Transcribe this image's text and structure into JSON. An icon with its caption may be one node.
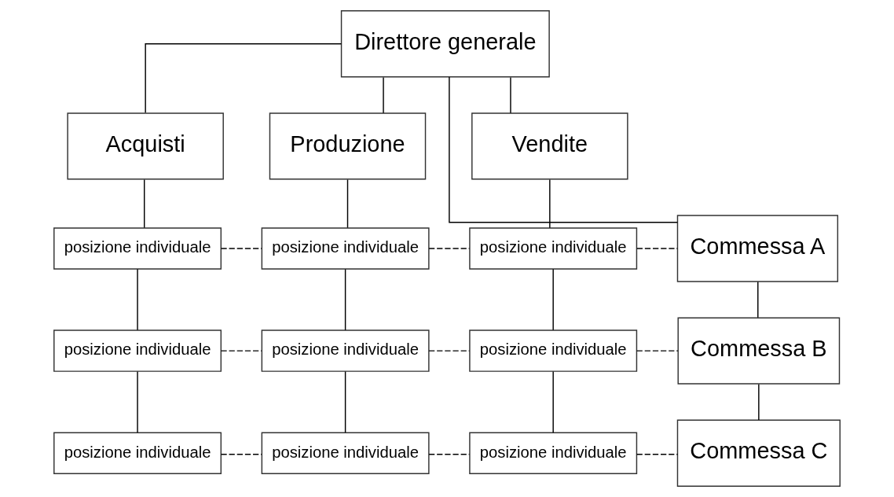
{
  "diagram": {
    "nodes": [
      {
        "text": [
          "Direttore generale"
        ]
      },
      {
        "text": [
          "Acquisti"
        ]
      },
      {
        "text": [
          "Produzione"
        ]
      },
      {
        "text": [
          "Vendite"
        ]
      },
      {
        "text": [
          "posizione individuale"
        ]
      },
      {
        "text": [
          "posizione individuale"
        ]
      },
      {
        "text": [
          "posizione individuale"
        ]
      },
      {
        "text": [
          "Commessa A"
        ]
      },
      {
        "text": [
          "posizione individuale"
        ]
      },
      {
        "text": [
          "posizione individuale"
        ]
      },
      {
        "text": [
          "posizione individuale"
        ]
      },
      {
        "text": [
          "Commessa B"
        ]
      },
      {
        "text": [
          "posizione individuale"
        ]
      },
      {
        "text": [
          "posizione individuale"
        ]
      },
      {
        "text": [
          "posizione individuale"
        ]
      },
      {
        "text": [
          "Commessa C"
        ]
      }
    ],
    "edges": [
      {
        "from": 0,
        "to": 1,
        "arrow": "none"
      },
      {
        "from": 0,
        "to": 2,
        "arrow": "none"
      },
      {
        "from": 0,
        "to": 3,
        "arrow": "none"
      },
      {
        "from": 0,
        "to": 7,
        "arrow": "none"
      },
      {
        "from": 1,
        "to": 4,
        "arrow": "none"
      },
      {
        "from": 2,
        "to": 5,
        "arrow": "none"
      },
      {
        "from": 3,
        "to": 6,
        "arrow": "none"
      },
      {
        "from": 4,
        "to": 8,
        "arrow": "none"
      },
      {
        "from": 5,
        "to": 9,
        "arrow": "none"
      },
      {
        "from": 6,
        "to": 10,
        "arrow": "none"
      },
      {
        "from": 7,
        "to": 11,
        "arrow": "none"
      },
      {
        "from": 8,
        "to": 12,
        "arrow": "none"
      },
      {
        "from": 9,
        "to": 13,
        "arrow": "none"
      },
      {
        "from": 10,
        "to": 14,
        "arrow": "none"
      },
      {
        "from": 11,
        "to": 15,
        "arrow": "none"
      },
      {
        "from": 4,
        "to": 5,
        "arrow": "none",
        "style": "dashed"
      },
      {
        "from": 5,
        "to": 6,
        "arrow": "none",
        "style": "dashed"
      },
      {
        "from": 6,
        "to": 7,
        "arrow": "none",
        "style": "dashed"
      },
      {
        "from": 8,
        "to": 9,
        "arrow": "none",
        "style": "dashed"
      },
      {
        "from": 9,
        "to": 10,
        "arrow": "none",
        "style": "dashed"
      },
      {
        "from": 10,
        "to": 11,
        "arrow": "none",
        "style": "dashed"
      },
      {
        "from": 12,
        "to": 13,
        "arrow": "none",
        "style": "dashed"
      },
      {
        "from": 13,
        "to": 14,
        "arrow": "none",
        "style": "dashed"
      },
      {
        "from": 14,
        "to": 15,
        "arrow": "none",
        "style": "dashed"
      }
    ]
  }
}
